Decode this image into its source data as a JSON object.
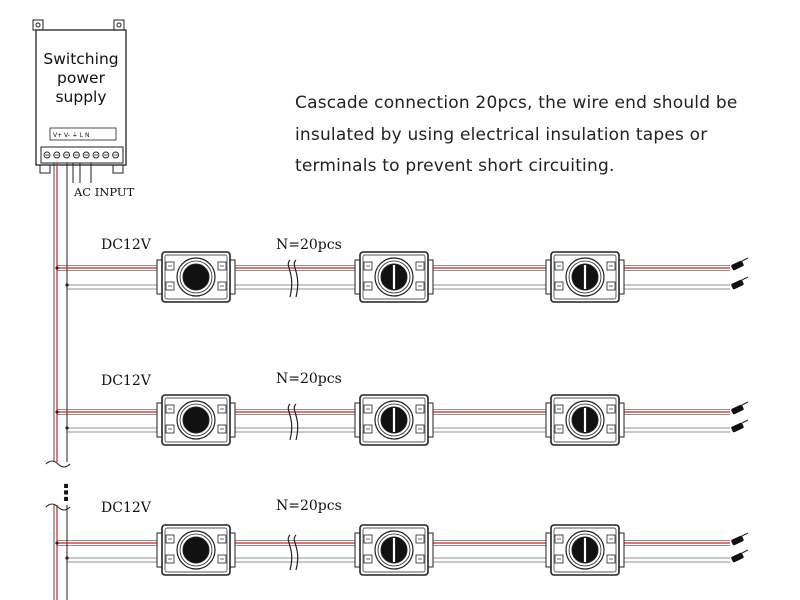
{
  "power_supply": {
    "title_lines": [
      "Switching",
      "power",
      "supply"
    ],
    "terminal_label": "V+ V- ⏚ L N",
    "ac_input_label": "AC INPUT"
  },
  "note": {
    "lines": [
      "Cascade connection 20pcs, the wire end should be",
      "insulated by using electrical insulation tapes or",
      "terminals to prevent short circuiting."
    ]
  },
  "rows": [
    {
      "voltage_label": "DC12V",
      "count_label": "N=20pcs"
    },
    {
      "voltage_label": "DC12V",
      "count_label": "N=20pcs"
    },
    {
      "voltage_label": "DC12V",
      "count_label": "N=20pcs"
    }
  ],
  "ellipsis": "⋮",
  "colors": {
    "positive_wire": "#d81e1e",
    "line": "#222222",
    "module_fill": "#ffffff"
  }
}
